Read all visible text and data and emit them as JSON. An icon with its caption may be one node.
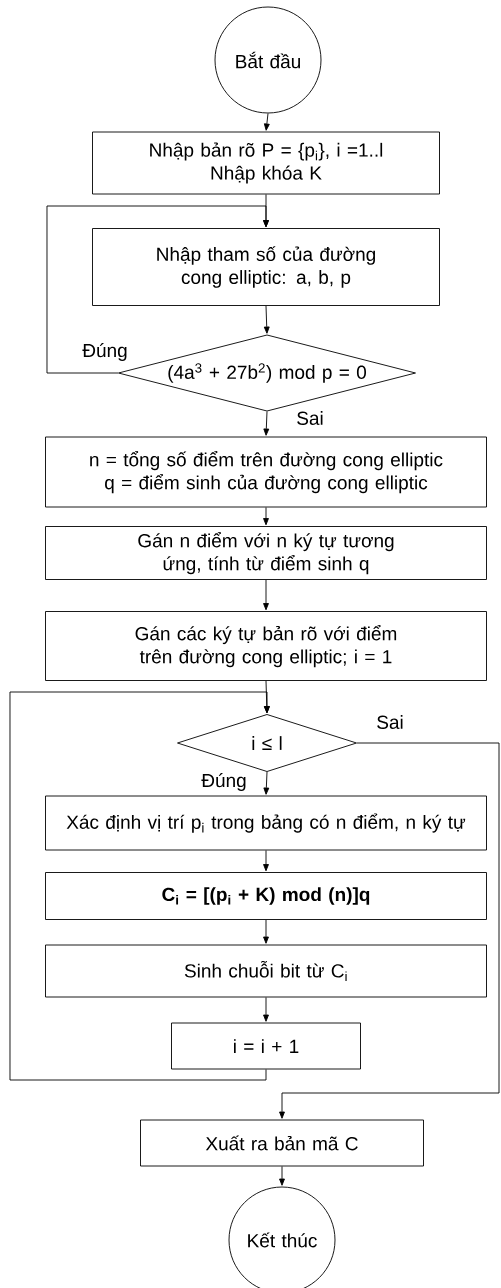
{
  "diagram": {
    "nodes": [
      {
        "text": [
          "Bắt đầu"
        ]
      },
      {
        "text": [
          "Nhập bản rõ P = {p$_{i}$}, i =1..l",
          "Nhập khóa K"
        ]
      },
      {
        "text": [
          "Nhập tham số của đường cong elliptic: a, b, p"
        ]
      },
      {
        "text": [
          "(4a$^{3}$ + 27b$^{2}$) mod p = 0"
        ]
      },
      {
        "text": [
          "n = tổng số điểm trên đường cong elliptic",
          "q = điểm sinh của đường cong elliptic"
        ]
      },
      {
        "text": [
          "Gán n điểm với n ký tự tương ứng, tính từ điểm sinh q"
        ]
      },
      {
        "text": [
          "Gán các ký tự bản rõ với điểm trên đường cong elliptic; i = 1"
        ]
      },
      {
        "text": [
          "i ≤ l"
        ]
      },
      {
        "text": [
          "Xác định vị trí p$_{i}$ trong bảng có n điểm, n ký tự"
        ]
      },
      {
        "text": [
          "C$_{i}$ = [(p$_{i}$ + K) mod (n)]q"
        ]
      },
      {
        "text": [
          "Sinh chuỗi bit từ C$_{i}$"
        ]
      },
      {
        "text": [
          "i = i + 1"
        ]
      },
      {
        "text": [
          "Xuất ra bản mã C"
        ]
      },
      {
        "text": [
          "Kết thúc"
        ]
      }
    ],
    "edges": [
      {
        "from": 0,
        "to": 1,
        "arrow": "to"
      },
      {
        "from": 1,
        "to": 2,
        "arrow": "to"
      },
      {
        "from": 2,
        "to": 3,
        "arrow": "to"
      },
      {
        "from": 3,
        "to": 2,
        "arrow": "to",
        "label": "Đúng"
      },
      {
        "from": 3,
        "to": 4,
        "arrow": "to",
        "label": "Sai"
      },
      {
        "from": 4,
        "to": 5,
        "arrow": "to"
      },
      {
        "from": 5,
        "to": 6,
        "arrow": "to"
      },
      {
        "from": 6,
        "to": 7,
        "arrow": "to"
      },
      {
        "from": 7,
        "to": 8,
        "arrow": "to",
        "label": "Đúng"
      },
      {
        "from": 8,
        "to": 9,
        "arrow": "to"
      },
      {
        "from": 9,
        "to": 10,
        "arrow": "to"
      },
      {
        "from": 10,
        "to": 11,
        "arrow": "to"
      },
      {
        "from": 11,
        "to": 7,
        "arrow": "to"
      },
      {
        "from": 7,
        "to": 12,
        "arrow": "to",
        "label": "Sai"
      },
      {
        "from": 12,
        "to": 13,
        "arrow": "to"
      }
    ]
  }
}
